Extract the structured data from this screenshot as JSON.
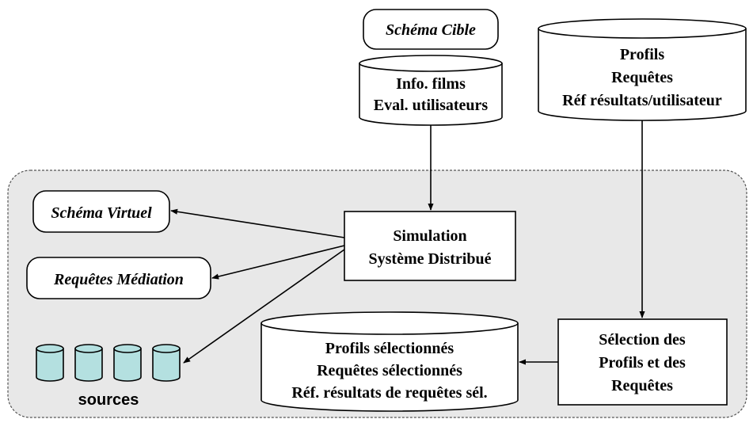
{
  "nodes": {
    "schema_cible": "Schéma Cible",
    "film_db": [
      "Info. films",
      "Eval. utilisateurs"
    ],
    "profils_db": [
      "Profils",
      "Requêtes",
      "Réf résultats/utilisateur"
    ],
    "schema_virtuel": "Schéma Virtuel",
    "requetes_mediation": "Requêtes Médiation",
    "simulation": [
      "Simulation",
      "Système Distribué"
    ],
    "selection": [
      "Sélection des",
      "Profils et des",
      "Requêtes"
    ],
    "selected_db": [
      "Profils sélectionnés",
      "Requêtes sélectionnés",
      "Réf. résultats de requêtes sél."
    ],
    "sources_label": "sources"
  },
  "colors": {
    "region_fill": "#e8e8e8",
    "region_border": "#555555",
    "source_cylinder_fill": "#b4e0e0",
    "stroke": "#000000"
  }
}
